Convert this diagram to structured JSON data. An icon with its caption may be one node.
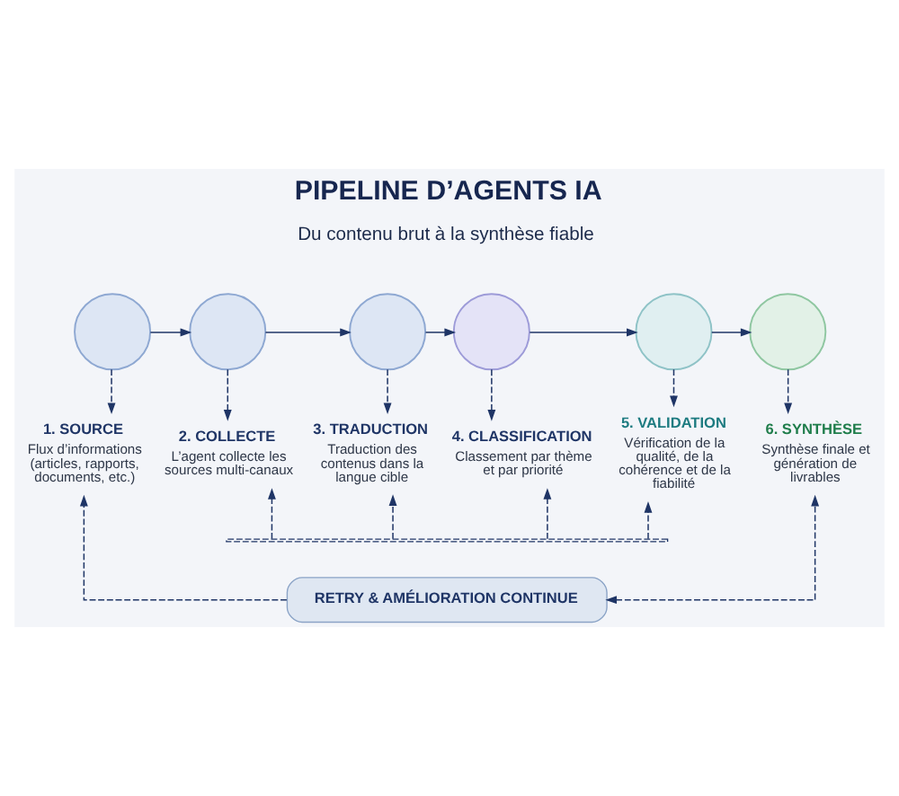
{
  "diagram": {
    "title": "PIPELINE D’AGENTS IA",
    "nodes": [
      {
        "text": [],
        "shape": "circle"
      },
      {
        "text": [],
        "shape": "circle"
      },
      {
        "text": [],
        "shape": "circle"
      },
      {
        "text": [],
        "shape": "circle"
      },
      {
        "text": [],
        "shape": "circle"
      },
      {
        "text": [],
        "shape": "circle"
      },
      {
        "text": [
          "1. SOURCE",
          "Flux d’informations (articles, rapports, documents, etc.)"
        ]
      },
      {
        "text": [
          "2. COLLECTE",
          "L’agent collecte les sources multi-canaux"
        ]
      },
      {
        "text": [
          "3. TRADUCTION",
          "Traduction des contenus dans la langue cible"
        ]
      },
      {
        "text": [
          "4. CLASSIFICATION",
          "Classement par thème et par priorité"
        ]
      },
      {
        "text": [
          "5. VALIDATION",
          "Vérification de la qualité, de la cohérence et de la fiabilité"
        ]
      },
      {
        "text": [
          "6. SYNTHÈSE",
          "Synthèse finale et génération de livrables"
        ]
      },
      {
        "text": [],
        "shape": "bar"
      },
      {
        "text": [
          "RETRY & AMÉLIORATION CONTINUE"
        ]
      }
    ],
    "edges": [
      {
        "from": 0,
        "to": 1,
        "arrow": "to"
      },
      {
        "from": 1,
        "to": 2,
        "arrow": "to"
      },
      {
        "from": 2,
        "to": 3,
        "arrow": "to"
      },
      {
        "from": 3,
        "to": 4,
        "arrow": "to"
      },
      {
        "from": 4,
        "to": 5,
        "arrow": "to"
      },
      {
        "from": 0,
        "to": 6,
        "arrow": "to",
        "style": "dashed"
      },
      {
        "from": 1,
        "to": 7,
        "arrow": "to",
        "style": "dashed"
      },
      {
        "from": 2,
        "to": 8,
        "arrow": "to",
        "style": "dashed"
      },
      {
        "from": 3,
        "to": 9,
        "arrow": "to",
        "style": "dashed"
      },
      {
        "from": 4,
        "to": 10,
        "arrow": "to",
        "style": "dashed"
      },
      {
        "from": 5,
        "to": 11,
        "arrow": "to",
        "style": "dashed"
      },
      {
        "from": 13,
        "to": 6,
        "arrow": "to",
        "style": "dashed"
      },
      {
        "from": 12,
        "to": 7,
        "arrow": "to",
        "style": "dashed"
      },
      {
        "from": 12,
        "to": 8,
        "arrow": "to",
        "style": "dashed"
      },
      {
        "from": 12,
        "to": 9,
        "arrow": "to",
        "style": "dashed"
      },
      {
        "from": 12,
        "to": 10,
        "arrow": "to",
        "style": "dashed"
      },
      {
        "from": 13,
        "to": 11,
        "arrow": "both",
        "style": "dashed"
      }
    ],
    "labels": [
      "Du contenu brut à la synthèse fiable"
    ]
  }
}
